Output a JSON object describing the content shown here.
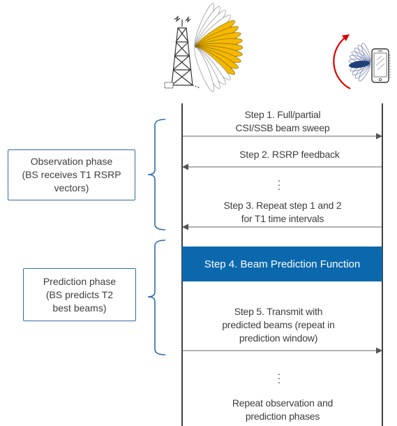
{
  "observation_phase": {
    "label_line1": "Observation phase",
    "label_line2": "(BS receives T1 RSRP",
    "label_line3": "vectors)"
  },
  "prediction_phase": {
    "label_line1": "Prediction phase",
    "label_line2": "(BS predicts T2",
    "label_line3": "best beams)"
  },
  "steps": {
    "step1_line1": "Step 1. Full/partial",
    "step1_line2": "CSI/SSB beam sweep",
    "step2": "Step 2. RSRP feedback",
    "step3_line1": "Step 3. Repeat step 1 and 2",
    "step3_line2": "for T1 time intervals",
    "step4": "Step 4. Beam Prediction Function",
    "step5_line1": "Step 5. Transmit with",
    "step5_line2": "predicted beams (repeat in",
    "step5_line3": "prediction window)",
    "repeat_line1": "Repeat observation and",
    "repeat_line2": "prediction phases"
  },
  "colors": {
    "phase_border": "#2e6ca8",
    "function_box": "#0b68ad",
    "beam_fill": "#f5b800",
    "ue_beam_fill": "#1f3f7a",
    "rotation_arrow": "#e00000"
  },
  "icons": {
    "base_station": "cell-tower-icon",
    "user_equipment": "smartphone-icon"
  }
}
